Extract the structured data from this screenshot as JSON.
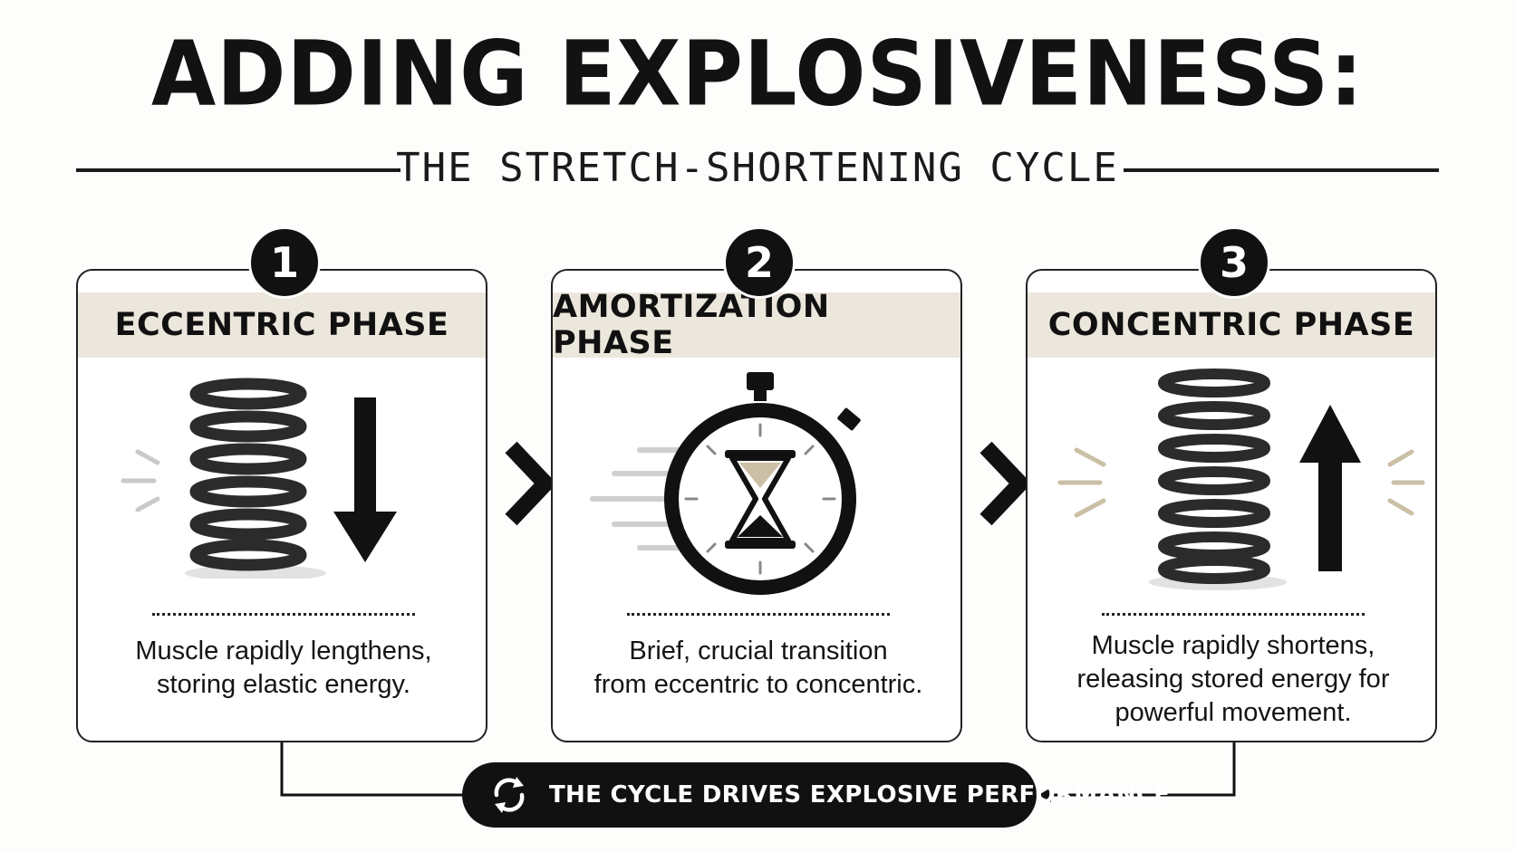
{
  "title": "ADDING EXPLOSIVENESS:",
  "subtitle": "THE STRETCH-SHORTENING CYCLE",
  "phases": [
    {
      "number": "1",
      "name": "ECCENTRIC PHASE",
      "icon": "compressing-spring-icon",
      "arrow": "down-arrow-icon",
      "description_lines": [
        "Muscle rapidly lengthens,",
        "storing elastic energy."
      ]
    },
    {
      "number": "2",
      "name": "AMORTIZATION PHASE",
      "icon": "stopwatch-hourglass-icon",
      "description_lines": [
        "Brief, crucial transition",
        "from eccentric to concentric."
      ]
    },
    {
      "number": "3",
      "name": "CONCENTRIC PHASE",
      "icon": "releasing-spring-icon",
      "arrow": "up-arrow-icon",
      "description_lines": [
        "Muscle rapidly shortens,",
        "releasing stored energy for",
        "powerful movement."
      ]
    }
  ],
  "footer": {
    "label": "THE CYCLE DRIVES EXPLOSIVE PERFORMANCE",
    "icon": "cycle-arrows-icon"
  },
  "colors": {
    "ink": "#111111",
    "header_band": "#ece7dc",
    "accent_tan": "#cbbfa6",
    "background": "#fdfdfb"
  }
}
